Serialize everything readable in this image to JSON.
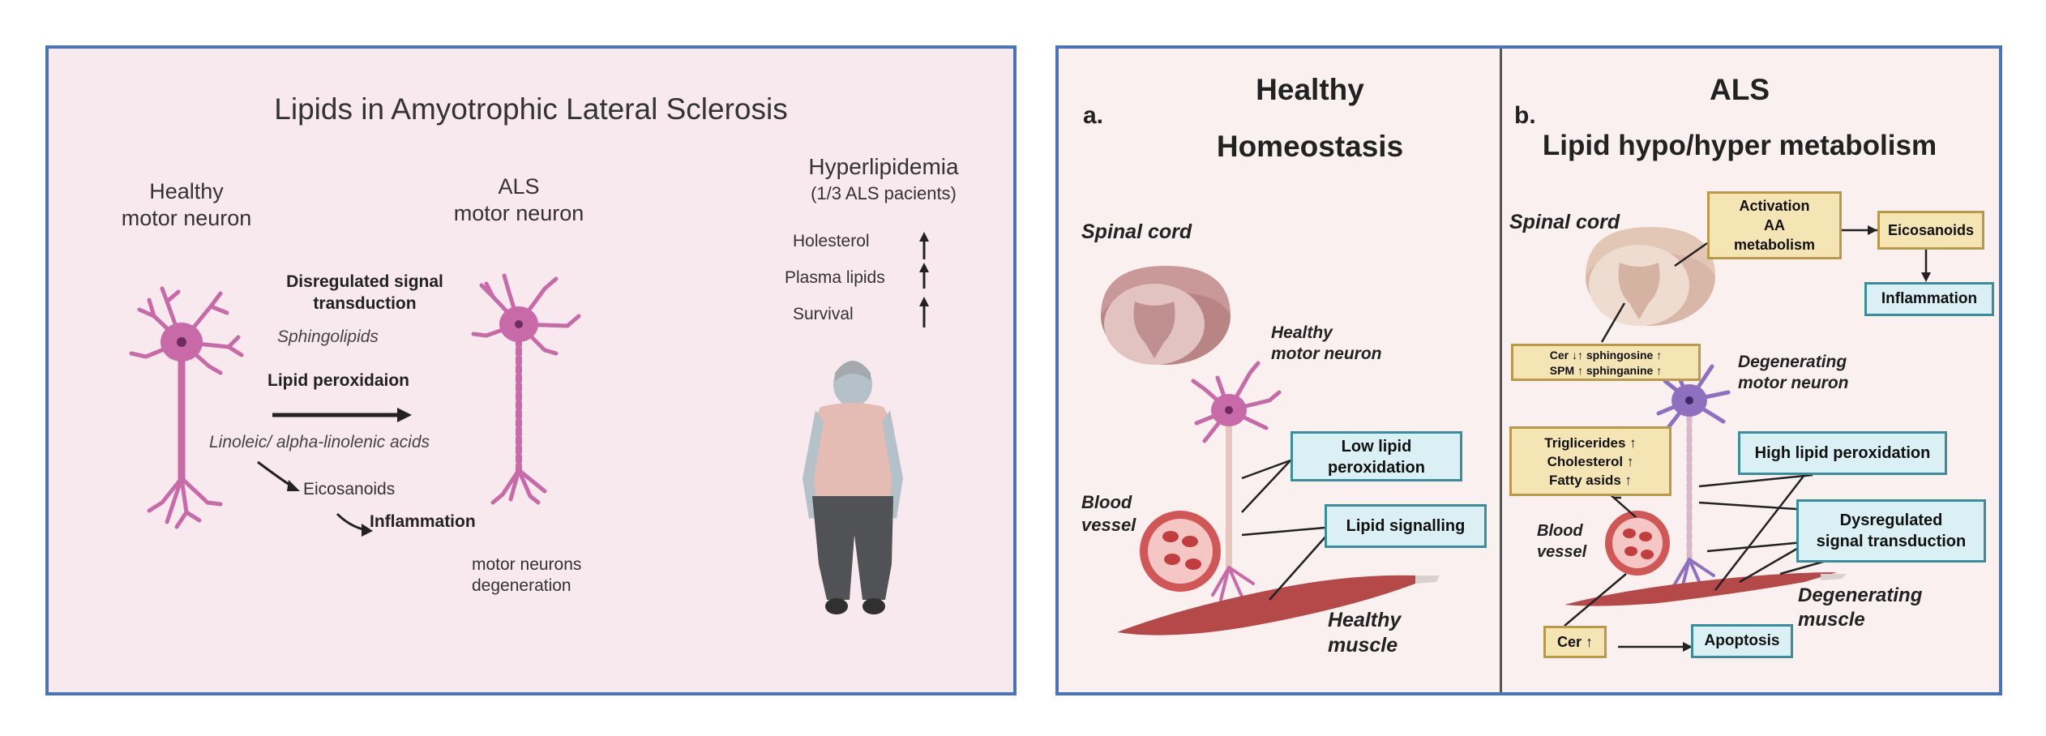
{
  "left": {
    "title": "Lipids in Amyotrophic Lateral Sclerosis",
    "healthy_label": "Healthy\nmotor neuron",
    "als_label": "ALS\nmotor neuron",
    "hyper_title": "Hyperlipidemia",
    "hyper_sub": "(1/3 ALS pacients)",
    "hyper_items": [
      "Holesterol",
      "Plasma lipids",
      "Survival"
    ],
    "disregulated": "Disregulated signal\ntransduction",
    "sphingolipids": "Sphingolipids",
    "lipid_perox": "Lipid peroxidaion",
    "linoleic": "Linoleic/ alpha-linolenic  acids",
    "eicosanoids": "Eicosanoids",
    "inflammation": "Inflammation",
    "degeneration": "motor neurons\ndegeneration"
  },
  "right": {
    "a_letter": "a.",
    "b_letter": "b.",
    "a_title1": "Healthy",
    "a_title2": "Homeostasis",
    "b_title1": "ALS",
    "b_title2": "Lipid hypo/hyper metabolism",
    "spinal_cord": "Spinal cord",
    "healthy_mn": "Healthy\nmotor neuron",
    "low_perox": "Low lipid\nperoxidation",
    "lipid_signalling": "Lipid signalling",
    "blood_vessel": "Blood\nvessel",
    "healthy_muscle": "Healthy\nmuscle",
    "activation": "Activation\nAA\nmetabolism",
    "b_eicosanoids": "Eicosanoids",
    "b_inflammation": "Inflammation",
    "cer_line1": "Cer ↓↑  sphingosine ↑",
    "cer_line2": "SPM ↑ sphinganine ↑",
    "degen_mn": "Degenerating\nmotor neuron",
    "trig": "Triglicerides ↑\nCholesterol ↑\nFatty asids ↑",
    "high_perox": "High lipid peroxidation",
    "dysreg": "Dysregulated\nsignal transduction",
    "degen_muscle": "Degenerating\nmuscle",
    "cer_up": "Cer ↑",
    "apoptosis": "Apoptosis"
  },
  "colors": {
    "border": "#4a74b8",
    "neuron": "#c86aa8",
    "muscle": "#b54848",
    "yellow_box": "#f6e5b4",
    "blue_box": "#daf0f4"
  }
}
